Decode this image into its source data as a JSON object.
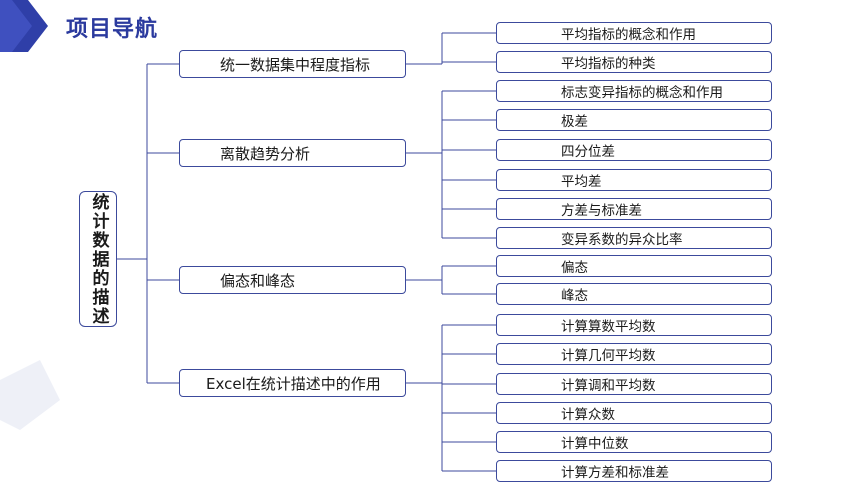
{
  "header": {
    "title": "项目导航"
  },
  "root": {
    "label": "统计数据的描述"
  },
  "categories": [
    {
      "label": "统一数据集中程度指标",
      "items": [
        "平均指标的概念和作用",
        "平均指标的种类"
      ]
    },
    {
      "label": "离散趋势分析",
      "items": [
        "标志变异指标的概念和作用",
        "极差",
        "四分位差",
        "平均差",
        "方差与标准差",
        "变异系数的异众比率"
      ]
    },
    {
      "label": "偏态和峰态",
      "items": [
        "偏态",
        "峰态"
      ]
    },
    {
      "label": "Excel在统计描述中的作用",
      "items": [
        "计算算数平均数",
        "计算几何平均数",
        "计算调和平均数",
        "计算众数",
        "计算中位数",
        "计算方差和标准差"
      ]
    }
  ],
  "theme": {
    "accent": "#2b3a9e",
    "line": "#3c4a9c"
  }
}
